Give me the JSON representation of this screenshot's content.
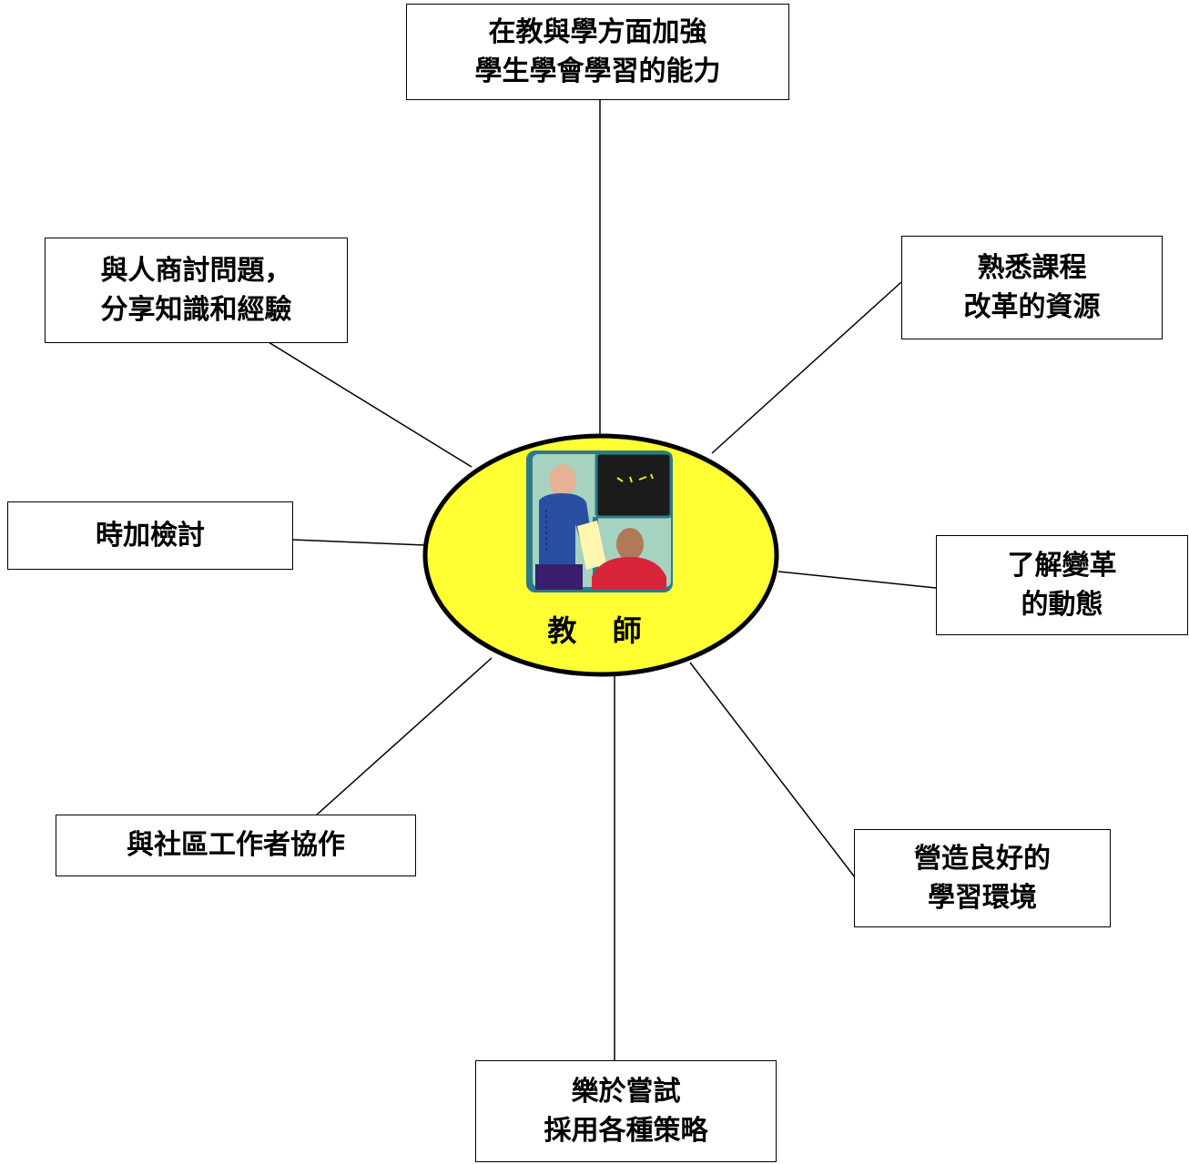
{
  "diagram": {
    "center": {
      "label": "教 師",
      "fill_color": "#ffff33"
    },
    "nodes": [
      {
        "id": "top",
        "lines": [
          "在教與學方面加強",
          "學生學會學習的能力"
        ]
      },
      {
        "id": "upper-left",
        "lines": [
          "與人商討問題，",
          "分享知識和經驗"
        ]
      },
      {
        "id": "upper-right",
        "lines": [
          "熟悉課程",
          "改革的資源"
        ]
      },
      {
        "id": "left",
        "lines": [
          "時加檢討"
        ]
      },
      {
        "id": "right",
        "lines": [
          "了解變革",
          "的動態"
        ]
      },
      {
        "id": "lower-left",
        "lines": [
          "與社區工作者協作"
        ]
      },
      {
        "id": "lower-right",
        "lines": [
          "營造良好的",
          "學習環境"
        ]
      },
      {
        "id": "bottom",
        "lines": [
          "樂於嘗試",
          "採用各種策略"
        ]
      }
    ],
    "icon": "teacher-and-student-icon"
  }
}
